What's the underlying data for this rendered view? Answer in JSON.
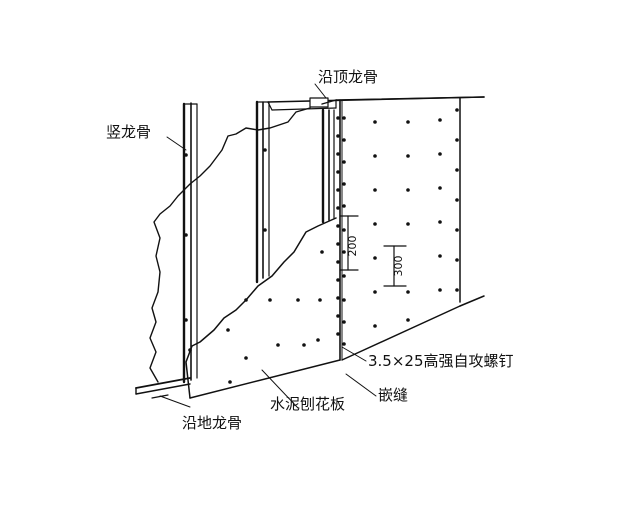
{
  "labels": {
    "top_track": "沿顶龙骨",
    "vertical_stud": "竖龙骨",
    "screw": "3.5×25高强自攻螺钉",
    "joint": "嵌缝",
    "board": "水泥刨花板",
    "floor_track": "沿地龙骨"
  },
  "dimensions": {
    "edge_spacing": "200",
    "field_spacing": "300"
  },
  "colors": {
    "ink": "#111111",
    "background": "#ffffff"
  }
}
